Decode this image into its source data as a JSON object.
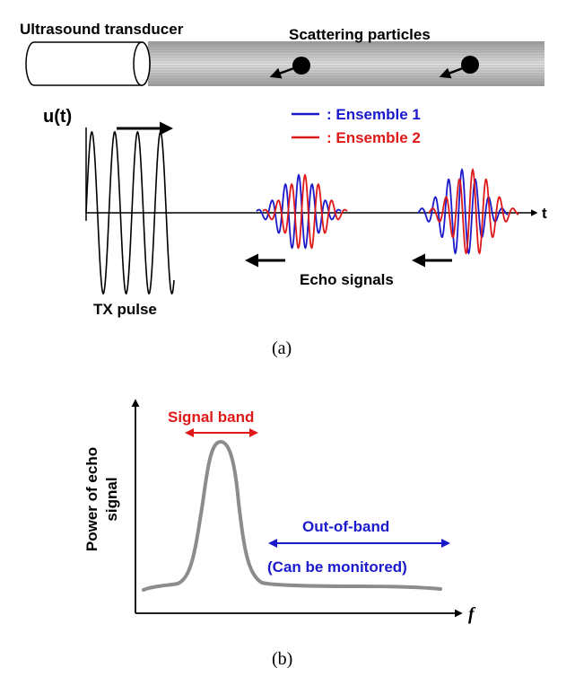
{
  "panel_a": {
    "transducer_label": "Ultrasound transducer",
    "particles_label": "Scattering particles",
    "y_axis_label": "u(t)",
    "x_axis_label": "t",
    "legend": [
      {
        "label": ": Ensemble 1",
        "color": "#1a1acc"
      },
      {
        "label": ": Ensemble 2",
        "color": "#e01818"
      }
    ],
    "echo_label": "Echo signals",
    "tx_label": "TX pulse",
    "caption": "(a)"
  },
  "panel_b": {
    "y_axis_label_line1": "Power of echo",
    "y_axis_label_line2": "signal",
    "x_axis_label": "f",
    "signal_band_label": "Signal band",
    "signal_band_color": "#e01818",
    "out_of_band_label": "Out-of-band",
    "monitored_label": "(Can be monitored)",
    "out_of_band_color": "#1a1acc",
    "curve_color": "#8c8c8c",
    "caption": "(b)"
  }
}
